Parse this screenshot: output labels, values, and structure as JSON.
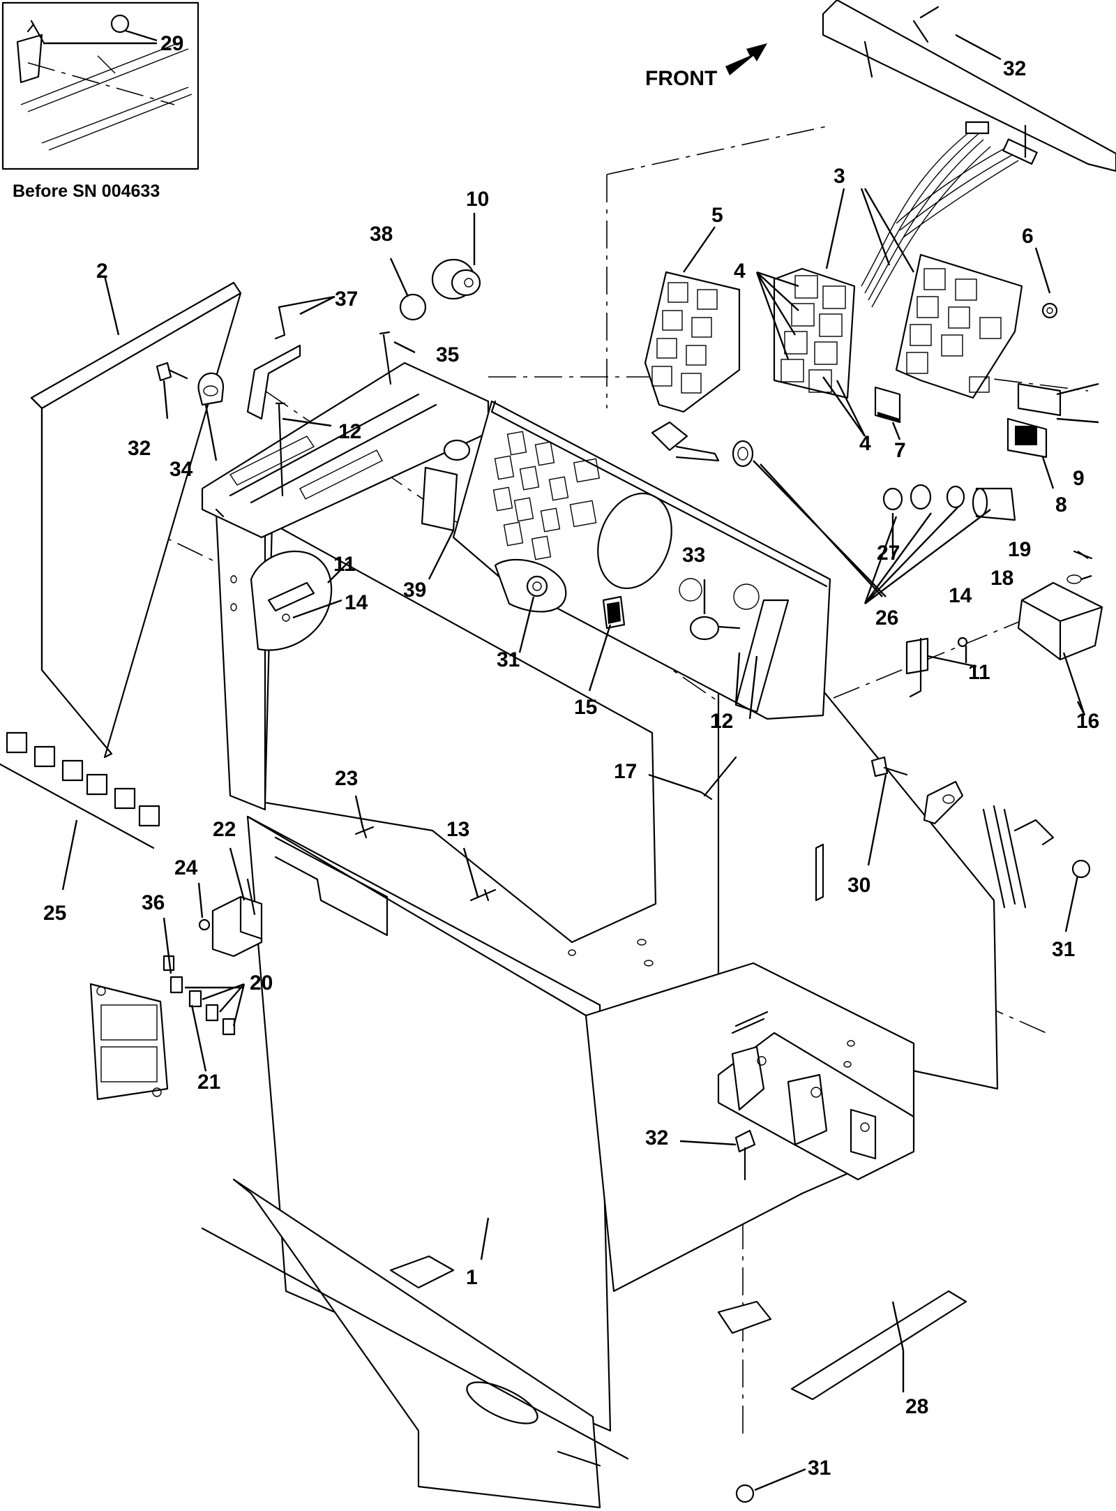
{
  "inset": {
    "caption": "Before SN 004633",
    "callout": "29"
  },
  "direction": {
    "label": "FRONT"
  },
  "callouts": {
    "c1": "1",
    "c2": "2",
    "c3": "3",
    "c4a": "4",
    "c4b": "4",
    "c5": "5",
    "c6": "6",
    "c7": "7",
    "c8": "8",
    "c9": "9",
    "c10": "10",
    "c11a": "11",
    "c11b": "11",
    "c12a": "12",
    "c12b": "12",
    "c13": "13",
    "c14a": "14",
    "c14b": "14",
    "c15": "15",
    "c16": "16",
    "c17": "17",
    "c18": "18",
    "c19": "19",
    "c20": "20",
    "c21": "21",
    "c22": "22",
    "c23": "23",
    "c24": "24",
    "c25": "25",
    "c26": "26",
    "c27": "27",
    "c28": "28",
    "c30": "30",
    "c31a": "31",
    "c31b": "31",
    "c31c": "31",
    "c32a": "32",
    "c32b": "32",
    "c32c": "32",
    "c33": "33",
    "c34": "34",
    "c35": "35",
    "c36": "36",
    "c37": "37",
    "c38": "38",
    "c39": "39"
  }
}
